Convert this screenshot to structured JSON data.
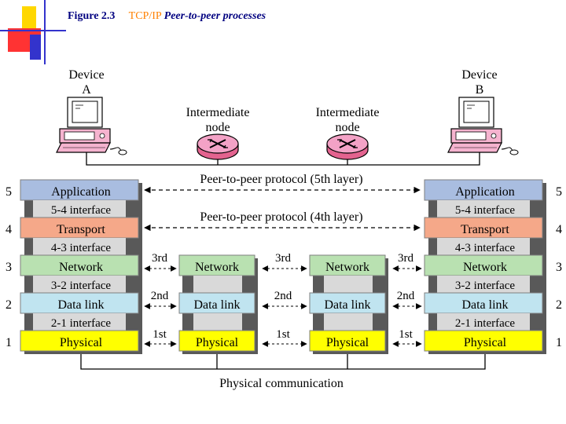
{
  "figure": {
    "number": "Figure 2.3",
    "title_prefix": "TCP/IP",
    "title_rest": "Peer-to-peer processes"
  },
  "devices": {
    "a": {
      "line1": "Device",
      "line2": "A"
    },
    "b": {
      "line1": "Device",
      "line2": "B"
    }
  },
  "intermediate": {
    "line1": "Intermediate",
    "line2": "node"
  },
  "protocols": {
    "fifth": "Peer-to-peer protocol (5th layer)",
    "fourth": "Peer-to-peer protocol (4th layer)"
  },
  "layer_numbers": [
    "5",
    "4",
    "3",
    "2",
    "1"
  ],
  "layers": {
    "application": "Application",
    "transport": "Transport",
    "network": "Network",
    "datalink": "Data link",
    "physical": "Physical"
  },
  "interfaces": {
    "i54": "5-4 interface",
    "i43": "4-3 interface",
    "i32": "3-2 interface",
    "i21": "2-1 interface"
  },
  "hop_labels": {
    "third": "3rd",
    "second": "2nd",
    "first": "1st"
  },
  "bottom_label": "Physical communication",
  "colors": {
    "application": "#a9bde0",
    "transport": "#f5a889",
    "network": "#b9e1b1",
    "datalink": "#c0e4f0",
    "physical": "#ffff00",
    "interface": "#d9d9d9",
    "shadow": "#595959",
    "router": "#f3a2c6",
    "computer": "#f5b3cf"
  }
}
